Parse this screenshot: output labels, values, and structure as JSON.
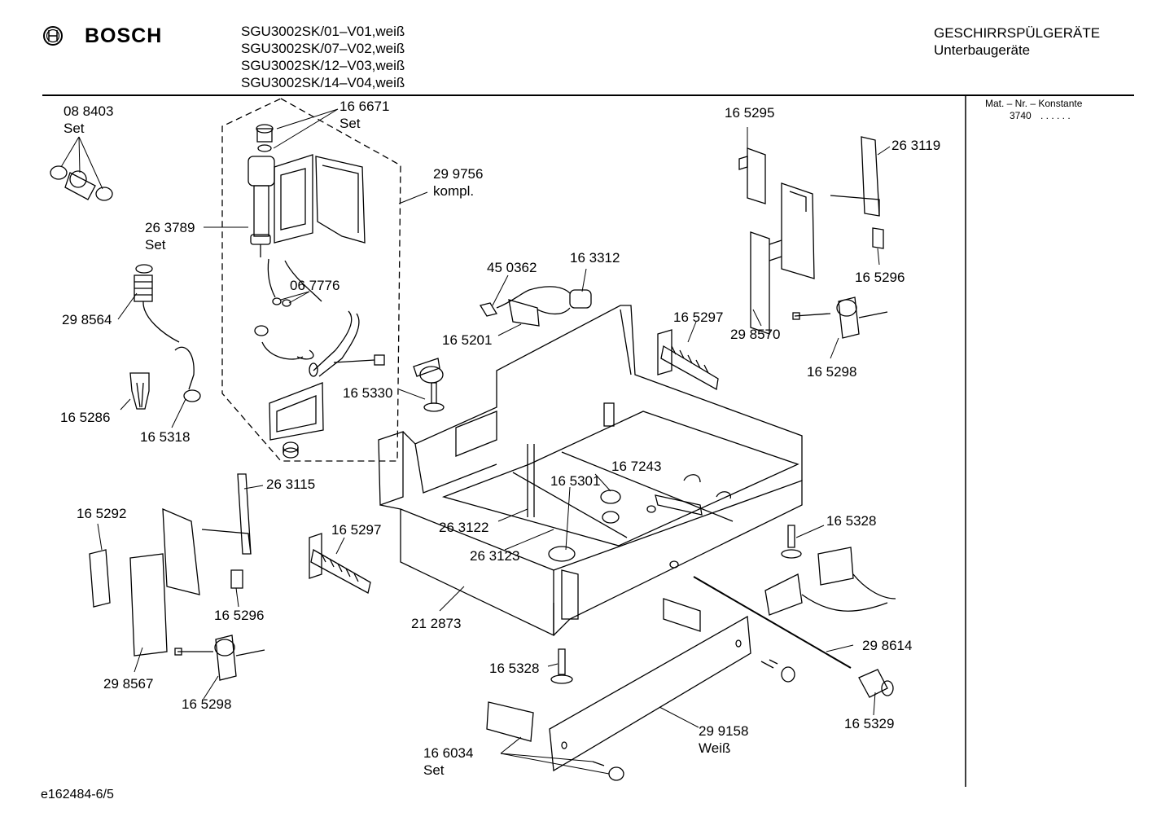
{
  "header": {
    "brand": "BOSCH",
    "models": [
      "SGU3002SK/01–V01,weiß",
      "SGU3002SK/07–V02,weiß",
      "SGU3002SK/12–V03,weiß",
      "SGU3002SK/14–V04,weiß"
    ],
    "category": "GESCHIRRSPÜLGERÄTE",
    "subcategory": "Unterbaugeräte"
  },
  "sidebar": {
    "mat_title": "Mat. – Nr. – Konstante",
    "mat_value": "3740",
    "mat_dots": ". . . . . ."
  },
  "labels": {
    "p088403": "08 8403",
    "p088403_set": "Set",
    "p166671": "16 6671",
    "p166671_set": "Set",
    "p299756": "29 9756",
    "p299756_kompl": "kompl.",
    "p263789": "26 3789",
    "p263789_set": "Set",
    "p298564": "29 8564",
    "p067776": "06 7776",
    "p165286": "16 5286",
    "p165318": "16 5318",
    "p165330": "16 5330",
    "p450362": "45 0362",
    "p163312": "16 3312",
    "p165201": "16 5201",
    "p165295": "16 5295",
    "p263119": "26 3119",
    "p165296a": "16 5296",
    "p165297a": "16 5297",
    "p298570": "29 8570",
    "p165298a": "16 5298",
    "p165292": "16 5292",
    "p263115": "26 3115",
    "p165297b": "16 5297",
    "p165296b": "16 5296",
    "p298567": "29 8567",
    "p165298b": "16 5298",
    "p167243": "16 7243",
    "p165301": "16 5301",
    "p263122": "26 3122",
    "p263123": "26 3123",
    "p212873": "21 2873",
    "p165328a": "16 5328",
    "p298614": "29 8614",
    "p165328b": "16 5328",
    "p165329": "16 5329",
    "p299158": "29 9158",
    "p299158_weiss": "Weiß",
    "p166034": "16 6034",
    "p166034_set": "Set"
  },
  "footer": {
    "drawing_id": "e162484-6/5"
  }
}
